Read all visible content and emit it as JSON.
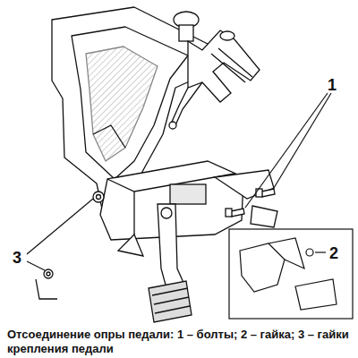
{
  "diagram": {
    "caption": "Отсоединение опры педали: 1 – болты; 2 – гайка; 3 – гайки крепления педали",
    "labels": [
      "1",
      "2",
      "3"
    ]
  }
}
